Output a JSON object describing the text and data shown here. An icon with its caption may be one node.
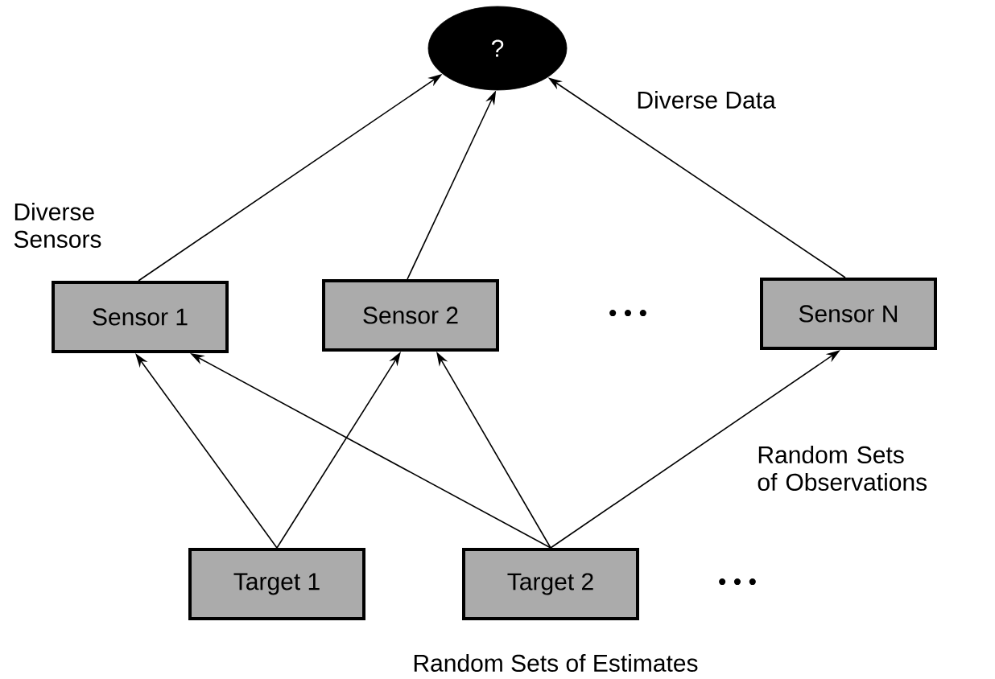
{
  "diagram": {
    "nodes": [
      {
        "text": [
          "?"
        ]
      },
      {
        "text": [
          "Sensor 1"
        ]
      },
      {
        "text": [
          "Sensor 2"
        ]
      },
      {
        "text": [
          "Sensor N"
        ]
      },
      {
        "text": [
          "Target 1"
        ]
      },
      {
        "text": [
          "Target 2"
        ]
      }
    ],
    "edges": [
      {
        "from": 1,
        "to": 0,
        "arrow": "to"
      },
      {
        "from": 2,
        "to": 0,
        "arrow": "to"
      },
      {
        "from": 3,
        "to": 0,
        "arrow": "to"
      },
      {
        "from": 4,
        "to": 1,
        "arrow": "to"
      },
      {
        "from": 4,
        "to": 2,
        "arrow": "to"
      },
      {
        "from": 5,
        "to": 1,
        "arrow": "to"
      },
      {
        "from": 5,
        "to": 2,
        "arrow": "to"
      },
      {
        "from": 5,
        "to": 3,
        "arrow": "to"
      }
    ],
    "labels": [
      "Diverse Data",
      "Diverse Sensors",
      "• • •",
      "Random Sets of Observations",
      "• • •",
      "Random Sets of Estimates"
    ]
  }
}
